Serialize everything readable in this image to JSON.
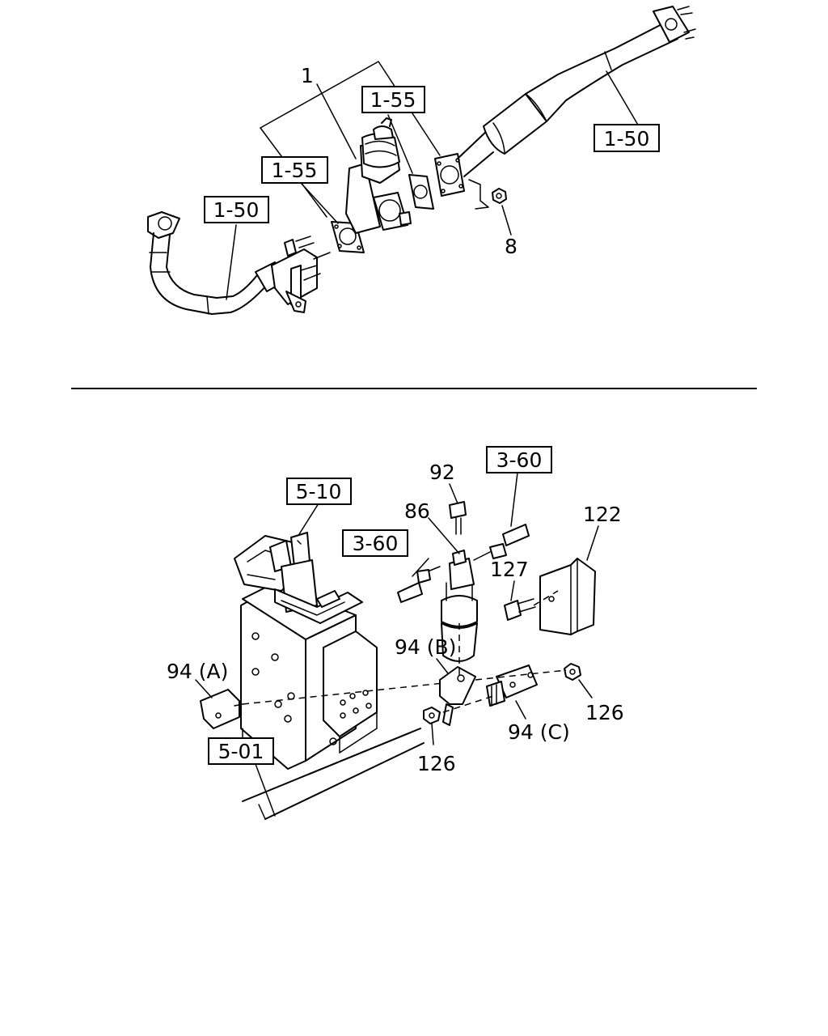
{
  "upper": {
    "refs": {
      "ref_1_55_top": "1-55",
      "ref_1_55_left": "1-55",
      "ref_1_50_right": "1-50",
      "ref_1_50_left": "1-50"
    },
    "parts": {
      "part_1": "1",
      "part_8": "8"
    }
  },
  "lower": {
    "refs": {
      "ref_5_10": "5-10",
      "ref_5_01": "5-01",
      "ref_3_60_top": "3-60",
      "ref_3_60_left": "3-60"
    },
    "parts": {
      "part_92": "92",
      "part_86": "86",
      "part_122": "122",
      "part_127": "127",
      "part_94b": "94 (B)",
      "part_94a": "94 (A)",
      "part_126_right": "126",
      "part_126_bottom": "126",
      "part_94c": "94 (C)"
    }
  }
}
